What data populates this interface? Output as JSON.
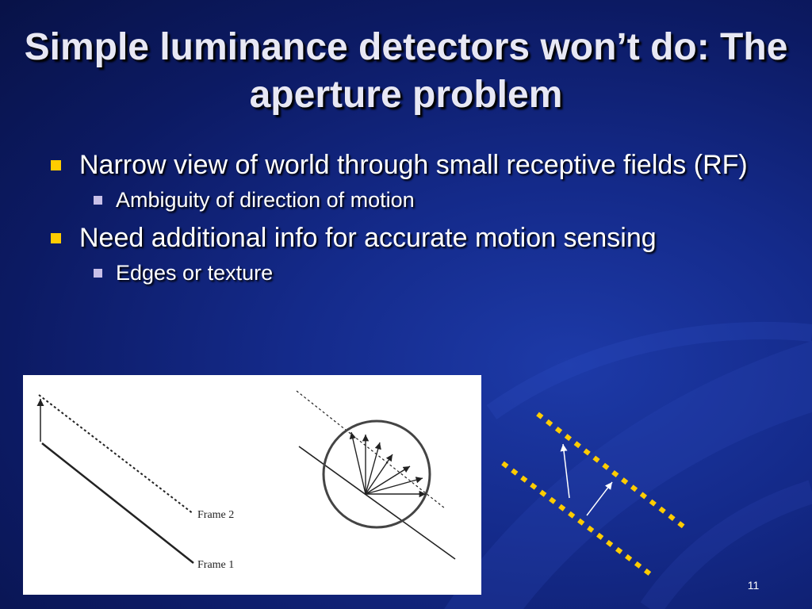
{
  "slide": {
    "title": "Simple luminance detectors won’t do: The aperture problem",
    "bullets": [
      {
        "text": "Narrow view of world through small receptive fields (RF)",
        "sub": "Ambiguity of direction of motion"
      },
      {
        "text": "Need additional info for accurate motion sensing",
        "sub": "Edges or texture"
      }
    ],
    "figure": {
      "frame2_label": "Frame 2",
      "frame1_label": "Frame 1"
    },
    "page_number": "11"
  },
  "colors": {
    "background": "#0c1a63",
    "title": "#e8e8f4",
    "bullet_marker": "#ffcc00",
    "sub_marker": "#c8c0e8",
    "dotted_edges": "#ffcc00"
  }
}
